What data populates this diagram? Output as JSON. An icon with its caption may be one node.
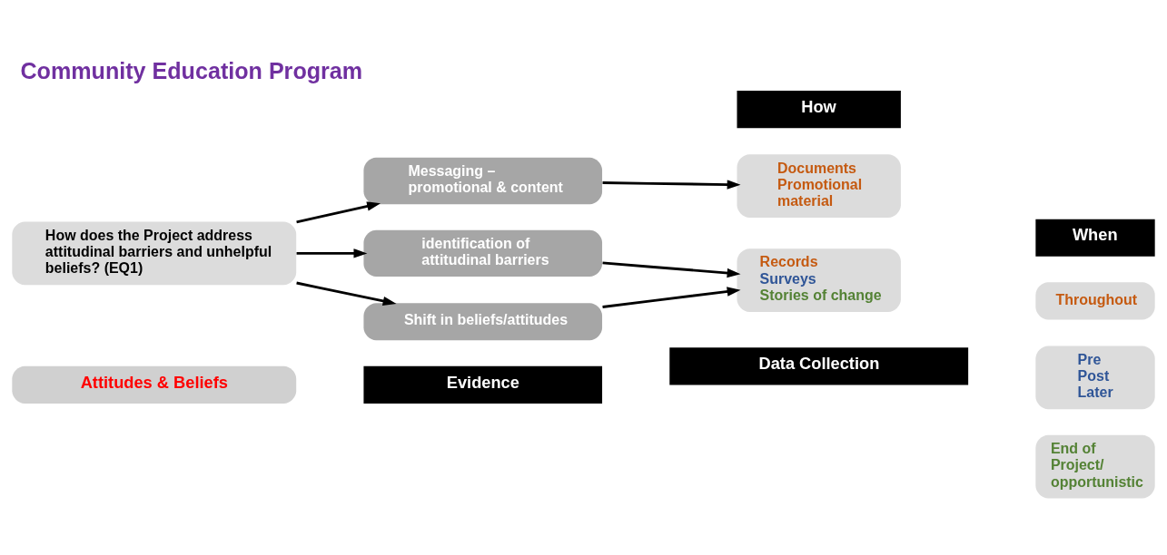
{
  "diagram": {
    "title": "Community Education Program",
    "nodes": [
      {
        "text": [
          "Evidence"
        ]
      },
      {
        "text": [
          "Data Collection"
        ]
      },
      {
        "text": [
          "How"
        ]
      },
      {
        "text": [
          "When"
        ]
      },
      {
        "text": [
          "Attitudes & Beliefs"
        ]
      },
      {
        "text": [
          "How does the Project address attitudinal barriers and unhelpful beliefs? (EQ1)"
        ]
      },
      {
        "text": [
          "Messaging – promotional & content"
        ]
      },
      {
        "text": [
          "identification of attitudinal barriers"
        ]
      },
      {
        "text": [
          "Shift in beliefs/attitudes"
        ]
      },
      {
        "text": [
          "Documents",
          "Promotional material"
        ]
      },
      {
        "text": [
          "Records",
          "Surveys",
          "Stories of change"
        ]
      },
      {
        "text": [
          "Throughout"
        ]
      },
      {
        "text": [
          "Pre",
          "Post",
          "Later"
        ]
      },
      {
        "text": [
          "End of Project/ opportunistic"
        ]
      }
    ],
    "edges": [
      {
        "from": 5,
        "to": 6,
        "arrow": "to"
      },
      {
        "from": 5,
        "to": 7,
        "arrow": "to"
      },
      {
        "from": 5,
        "to": 8,
        "arrow": "to"
      },
      {
        "from": 6,
        "to": 9,
        "arrow": "to"
      },
      {
        "from": 7,
        "to": 10,
        "arrow": "to"
      },
      {
        "from": 8,
        "to": 10,
        "arrow": "to"
      }
    ]
  }
}
